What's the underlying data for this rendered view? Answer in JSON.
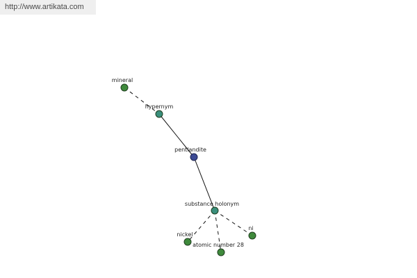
{
  "header": {
    "url": "http://www.artikata.com"
  },
  "colors": {
    "central_node": "#3c4a94",
    "relation_node": "#3a8f7c",
    "leaf_node": "#3f8a3c",
    "node_stroke": "#1f3d1f",
    "edge": "#111111"
  },
  "graph": {
    "central": {
      "label": "pentlandite"
    },
    "relations": [
      {
        "label": "hypernym"
      },
      {
        "label": "substance holonym"
      }
    ],
    "leaves": [
      {
        "label": "mineral"
      },
      {
        "label": "nickel"
      },
      {
        "label": "atomic number 28"
      },
      {
        "label": "ni"
      }
    ]
  }
}
